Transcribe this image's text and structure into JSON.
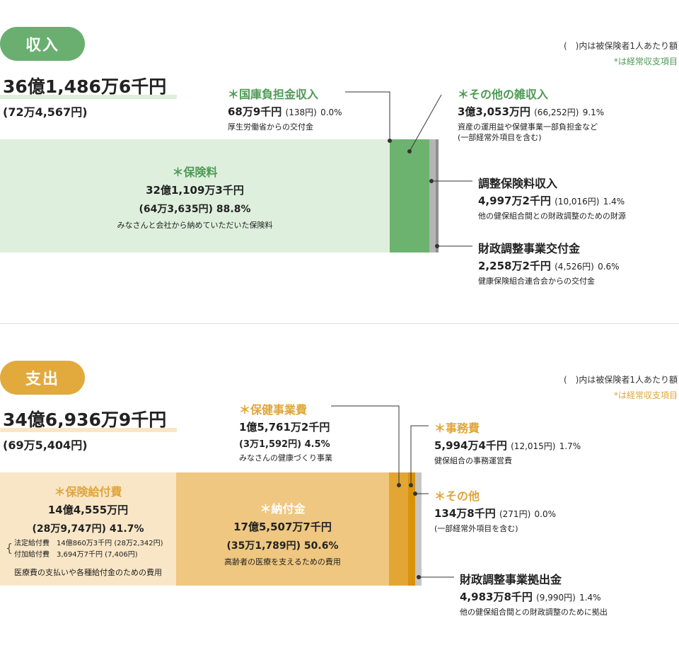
{
  "colors": {
    "income_accent": "#6aaf70",
    "income_light": "#def0dd",
    "income_main": "#6cb36f",
    "income_gray1": "#b5b5b5",
    "income_gray2": "#8f8f8f",
    "income_green_text": "#4e9a55",
    "expense_accent": "#e2a93c",
    "expense_light": "#f8e6c6",
    "expense_mid": "#efc780",
    "expense_dark": "#e3a634",
    "expense_darker": "#d8930c",
    "expense_gray": "#c6c6c6",
    "expense_text": "#e0a53a"
  },
  "income": {
    "badge": "収入",
    "total": "36億1,486万6千円",
    "per_person": "(72万4,567円)",
    "note1": "(　)内は被保険者1人あたり額",
    "note2": "*は経常収支項目",
    "items": {
      "premium": {
        "title": "＊保険料",
        "amount": "32億1,109万3千円",
        "sub": "(64万3,635円)",
        "pct": "88.8%",
        "desc": "みなさんと会社から納めていただいた保険料"
      },
      "national": {
        "title": "＊国庫負担金収入",
        "amount": "68万9千円",
        "sub": "(138円)",
        "pct": "0.0%",
        "desc": "厚生労働省からの交付金"
      },
      "other": {
        "title": "＊その他の雑収入",
        "amount": "3億3,053万円",
        "sub": "(66,252円)",
        "pct": "9.1%",
        "desc1": "資産の運用益や保健事業一部負担金など",
        "desc2": "(一部経常外項目を含む)"
      },
      "adjust": {
        "title": "調整保険料収入",
        "amount": "4,997万2千円",
        "sub": "(10,016円)",
        "pct": "1.4%",
        "desc": "他の健保組合間との財政調整のための財源"
      },
      "grant": {
        "title": "財政調整事業交付金",
        "amount": "2,258万2千円",
        "sub": "(4,526円)",
        "pct": "0.6%",
        "desc": "健康保険組合連合会からの交付金"
      }
    }
  },
  "expense": {
    "badge": "支出",
    "total": "34億6,936万9千円",
    "per_person": "(69万5,404円)",
    "note1": "(　)内は被保険者1人あたり額",
    "note2": "*は経常収支項目",
    "items": {
      "benefit": {
        "title": "＊保険給付費",
        "amount": "14億4,555万円",
        "sub": "(28万9,747円)",
        "pct": "41.7%",
        "bd1_label": "法定給付費",
        "bd1_value": "14億860万3千円 (28万2,342円)",
        "bd2_label": "付加給付費",
        "bd2_value": "3,694万7千円 (7,406円)",
        "desc": "医療費の支払いや各種給付金のための費用"
      },
      "levy": {
        "title": "＊納付金",
        "amount": "17億5,507万7千円",
        "sub": "(35万1,789円)",
        "pct": "50.6%",
        "desc": "高齢者の医療を支えるための費用"
      },
      "health": {
        "title": "＊保健事業費",
        "amount": "1億5,761万2千円",
        "sub": "(3万1,592円)",
        "pct": "4.5%",
        "desc": "みなさんの健康づくり事業"
      },
      "admin": {
        "title": "＊事務費",
        "amount": "5,994万4千円",
        "sub": "(12,015円)",
        "pct": "1.7%",
        "desc": "健保組合の事務運営費"
      },
      "other": {
        "title": "＊その他",
        "amount": "134万8千円",
        "sub": "(271円)",
        "pct": "0.0%",
        "desc": "(一部経常外項目を含む)"
      },
      "contrib": {
        "title": "財政調整事業拠出金",
        "amount": "4,983万8千円",
        "sub": "(9,990円)",
        "pct": "1.4%",
        "desc": "他の健保組合間との財政調整のために拠出"
      }
    }
  },
  "chart_data": [
    {
      "type": "bar",
      "stacked": true,
      "title": "収入",
      "total": "36億1,486万6千円",
      "categories": [
        "＊保険料",
        "＊国庫負担金収入",
        "＊その他の雑収入",
        "調整保険料収入",
        "財政調整事業交付金"
      ],
      "values": [
        88.8,
        0.0,
        9.1,
        1.4,
        0.6
      ]
    },
    {
      "type": "bar",
      "stacked": true,
      "title": "支出",
      "total": "34億6,936万9千円",
      "categories": [
        "＊保険給付費",
        "＊納付金",
        "＊保健事業費",
        "＊事務費",
        "＊その他",
        "財政調整事業拠出金"
      ],
      "values": [
        41.7,
        50.6,
        4.5,
        1.7,
        0.0,
        1.4
      ]
    }
  ]
}
